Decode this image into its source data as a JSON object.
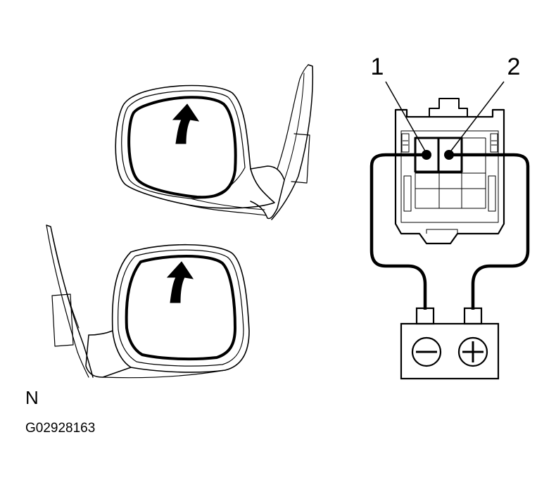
{
  "labels": {
    "terminal_1": "1",
    "terminal_2": "2",
    "orientation": "N",
    "figure_code": "G02928163"
  },
  "battery": {
    "negative_symbol": "minus-symbol",
    "positive_symbol": "plus-symbol"
  },
  "icons": [
    "up-arrow-icon",
    "up-arrow-icon"
  ],
  "colors": {
    "line": "#000000",
    "background": "#ffffff"
  }
}
